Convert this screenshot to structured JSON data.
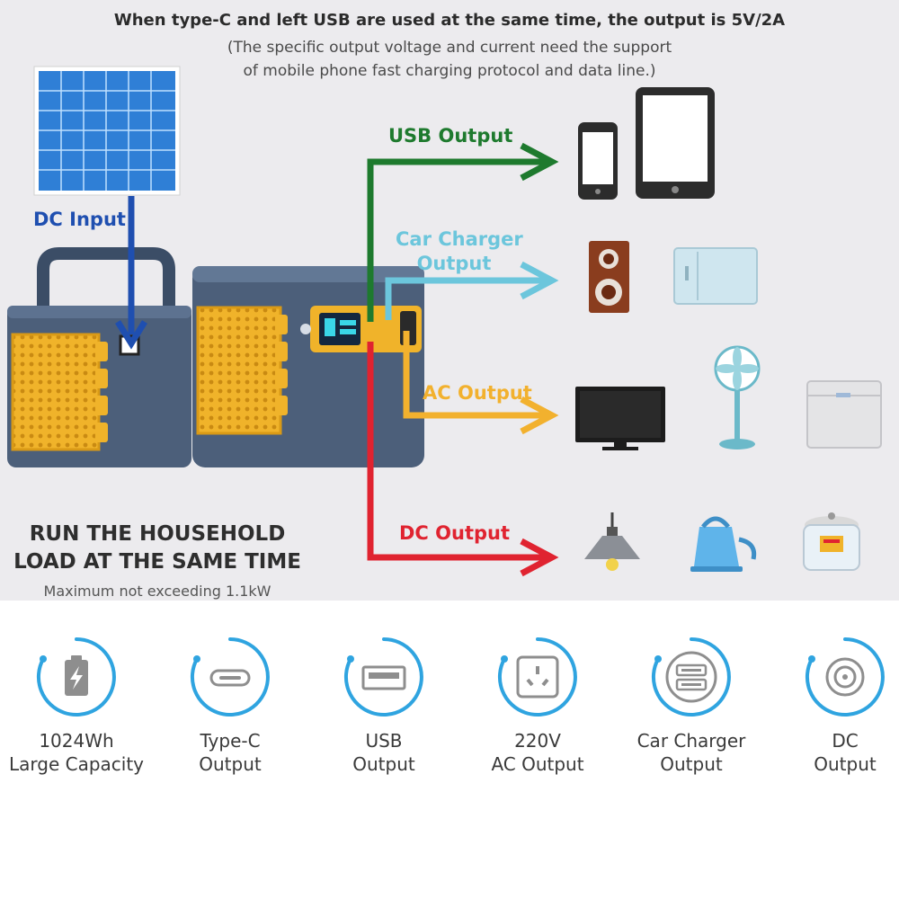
{
  "note": {
    "title": "When type-C and left USB are used at the same time, the output is 5V/2A",
    "sub_line1": "(The specific output voltage and current need the support",
    "sub_line2": "of mobile phone fast charging protocol and data line.)"
  },
  "labels": {
    "dc_input": "DC Input",
    "usb_output": "USB Output",
    "car_output_line1": "Car Charger",
    "car_output_line2": "Output",
    "ac_output": "AC Output",
    "dc_output": "DC Output"
  },
  "headline": {
    "line1": "RUN THE HOUSEHOLD",
    "line2": "LOAD AT THE SAME TIME",
    "note": "Maximum not exceeding 1.1kW"
  },
  "features": [
    {
      "icon": "battery-icon",
      "line1": "1024Wh",
      "line2": "Large Capacity"
    },
    {
      "icon": "type-c-port-icon",
      "line1": "Type-C",
      "line2": "Output"
    },
    {
      "icon": "usb-port-icon",
      "line1": "USB",
      "line2": "Output"
    },
    {
      "icon": "ac-socket-icon",
      "line1": "220V",
      "line2": "AC Output"
    },
    {
      "icon": "car-charger-port-icon",
      "line1": "Car Charger",
      "line2": "Output"
    },
    {
      "icon": "dc-port-icon",
      "line1": "DC",
      "line2": "Output"
    }
  ],
  "colors": {
    "usb": "#1e7a2e",
    "car": "#6cc6dc",
    "ac": "#f2b12e",
    "dc": "#e02330",
    "dc_input": "#1f4fb0",
    "device_yellow": "#f0b32a",
    "device_body": "#4c5f7a",
    "feature_ring": "#2fa4e0"
  }
}
